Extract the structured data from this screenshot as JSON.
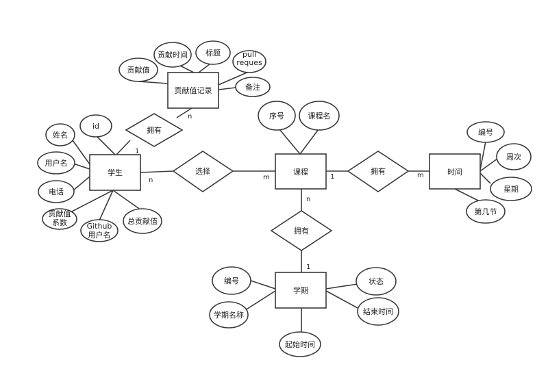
{
  "entities": {
    "contribution_record": "贡献值记录",
    "student": "学生",
    "course": "课程",
    "time": "时间",
    "semester": "学期"
  },
  "relationships": {
    "has_record": "拥有",
    "select": "选择",
    "course_time": "拥有",
    "course_semester": "拥有"
  },
  "attributes": {
    "contribution_value": "贡献值",
    "contribution_time": "贡献时间",
    "title": "标题",
    "pull_request": [
      "pull",
      "reques"
    ],
    "note": "备注",
    "id": "id",
    "name": "姓名",
    "username": "用户名",
    "phone": "电话",
    "coefficient": [
      "贡献值",
      "系数"
    ],
    "github_username": [
      "Github",
      "用户名"
    ],
    "total_contribution": "总贡献值",
    "course_seq": "序号",
    "course_name": "课程名",
    "time_no": "编号",
    "week_no": "周次",
    "weekday": "星期",
    "period": "第几节",
    "semester_no": "编号",
    "semester_name": "学期名称",
    "status": "状态",
    "end_time": "结束时间",
    "start_time": "起始时间"
  },
  "cardinalities": {
    "record_n": "n",
    "student_1": "1",
    "student_n": "n",
    "course_m": "m",
    "course_1": "1",
    "time_m": "m",
    "course_n": "n",
    "semester_1": "1"
  }
}
